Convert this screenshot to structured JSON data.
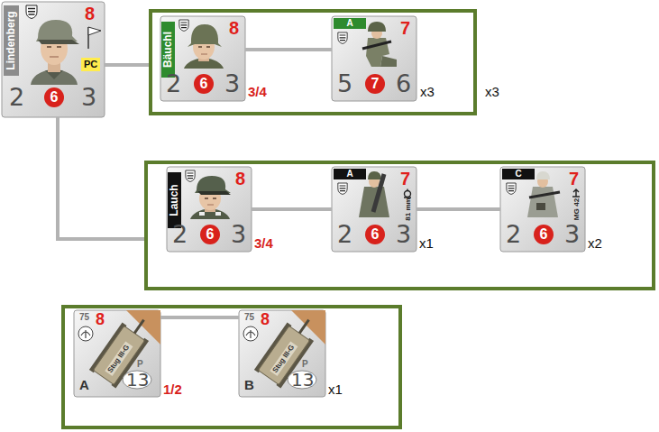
{
  "diagram": {
    "nodes": [
      {
        "text": [
          "Lindenberg",
          "8",
          "PC",
          "2",
          "6",
          "3"
        ]
      },
      {
        "text": [
          "3/4",
          "x3",
          "x3"
        ]
      },
      {
        "text": [
          "Bäuchl",
          "8",
          "2",
          "6",
          "3"
        ],
        "in": 1
      },
      {
        "text": [
          "A",
          "7",
          "5",
          "7",
          "6"
        ],
        "in": 1
      },
      {
        "text": [
          "3/4",
          "x1",
          "x2"
        ]
      },
      {
        "text": [
          "Lauch",
          "8",
          "2",
          "6",
          "3"
        ],
        "in": 4
      },
      {
        "text": [
          "A",
          "7",
          "81 mm",
          "2",
          "6",
          "3"
        ],
        "in": 4
      },
      {
        "text": [
          "C",
          "7",
          "MG 42",
          "2",
          "6",
          "3"
        ],
        "in": 4
      },
      {
        "text": [
          "1/2",
          "x1"
        ]
      },
      {
        "text": [
          "75",
          "8",
          "P",
          "13",
          "A",
          "Stug III-G"
        ],
        "in": 8
      },
      {
        "text": [
          "75",
          "8",
          "P",
          "13",
          "B",
          "Stug III-G"
        ],
        "in": 8
      }
    ],
    "edges": [
      {
        "from": 0,
        "to": 1,
        "arrow": "none"
      },
      {
        "from": 0,
        "to": 4,
        "arrow": "none"
      },
      {
        "from": 2,
        "to": 3,
        "arrow": "none"
      },
      {
        "from": 5,
        "to": 6,
        "arrow": "none"
      },
      {
        "from": 6,
        "to": 7,
        "arrow": "none"
      },
      {
        "from": 9,
        "to": 10,
        "arrow": "none"
      }
    ]
  }
}
